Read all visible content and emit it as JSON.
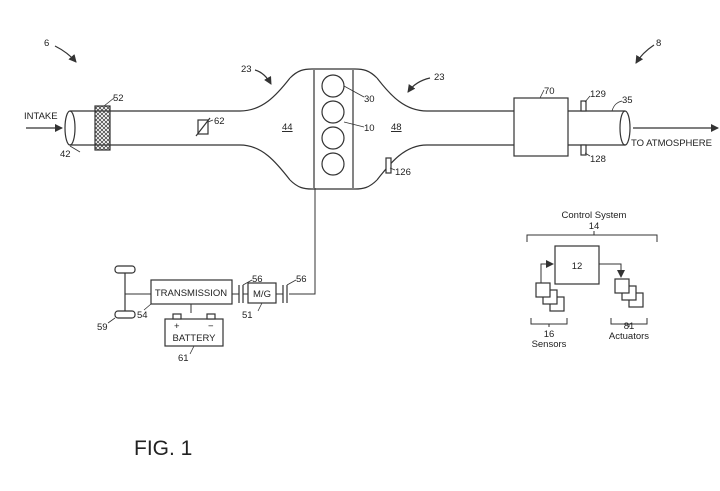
{
  "figure_caption": "FIG. 1",
  "flow_labels": {
    "intake": "INTAKE",
    "outlet": "TO ATMOSPHERE"
  },
  "blocks": {
    "transmission": "TRANSMISSION",
    "motor_generator": "M/G",
    "battery": "BATTERY"
  },
  "control_system": {
    "title": "Control System",
    "number": "14",
    "controller_number": "12",
    "sensors_number": "16",
    "sensors_label": "Sensors",
    "actuators_number": "81",
    "actuators_label": "Actuators"
  },
  "reference_numerals": {
    "n6": "6",
    "n8": "8",
    "n23a": "23",
    "n23b": "23",
    "n52": "52",
    "n42": "42",
    "n62": "62",
    "n44": "44",
    "n30": "30",
    "n10": "10",
    "n48": "48",
    "n126": "126",
    "n70": "70",
    "n129": "129",
    "n35": "35",
    "n128": "128",
    "n56a": "56",
    "n56b": "56",
    "n51": "51",
    "n54": "54",
    "n59": "59",
    "n61": "61"
  },
  "icons": {
    "arrow": "arrow-icon",
    "filter": "filter-icon",
    "throttle": "throttle-icon",
    "cylinder": "cylinder-icon",
    "clutch": "clutch-icon",
    "wheel": "wheel-icon"
  }
}
